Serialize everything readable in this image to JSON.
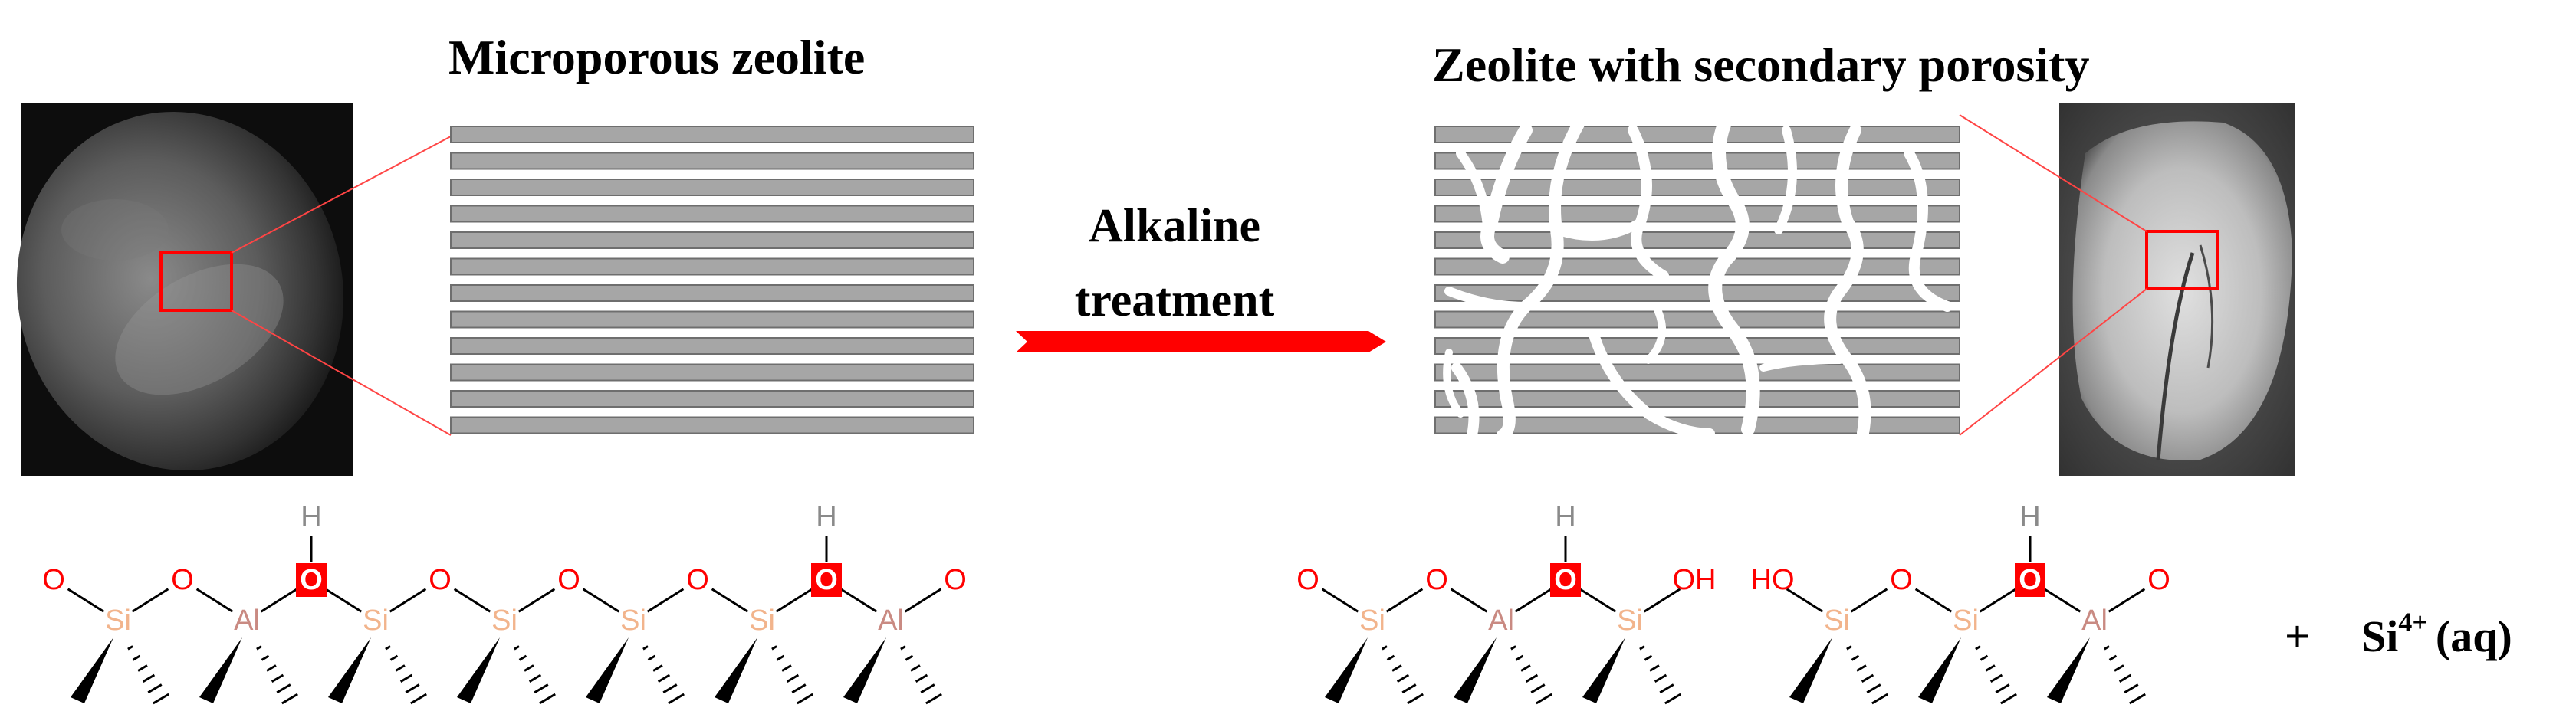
{
  "left_panel": {
    "title": "Microporous zeolite",
    "micrograph_icon": "sem-micrograph-smooth-crystal"
  },
  "arrow": {
    "line1": "Alkaline",
    "line2": "treatment"
  },
  "right_panel": {
    "title": "Zeolite with secondary porosity",
    "micrograph_icon": "sem-micrograph-cracked-crystal"
  },
  "atoms": {
    "si": "Si",
    "al": "Al",
    "o": "O",
    "h": "H",
    "oh": "OH",
    "ho": "HO"
  },
  "product": {
    "plus": "+",
    "ion": "Si",
    "charge": "4+",
    "state": "(aq)"
  },
  "colors": {
    "channel_fill": "#a6a6a6",
    "channel_stroke": "#6e6e6e",
    "highlight_red": "#ff0000",
    "arrow_red": "#ff0000",
    "si_color": "#f2b48c",
    "al_color": "#c98a82",
    "o_color": "#ff0000",
    "h_color": "#8a8a8a"
  }
}
